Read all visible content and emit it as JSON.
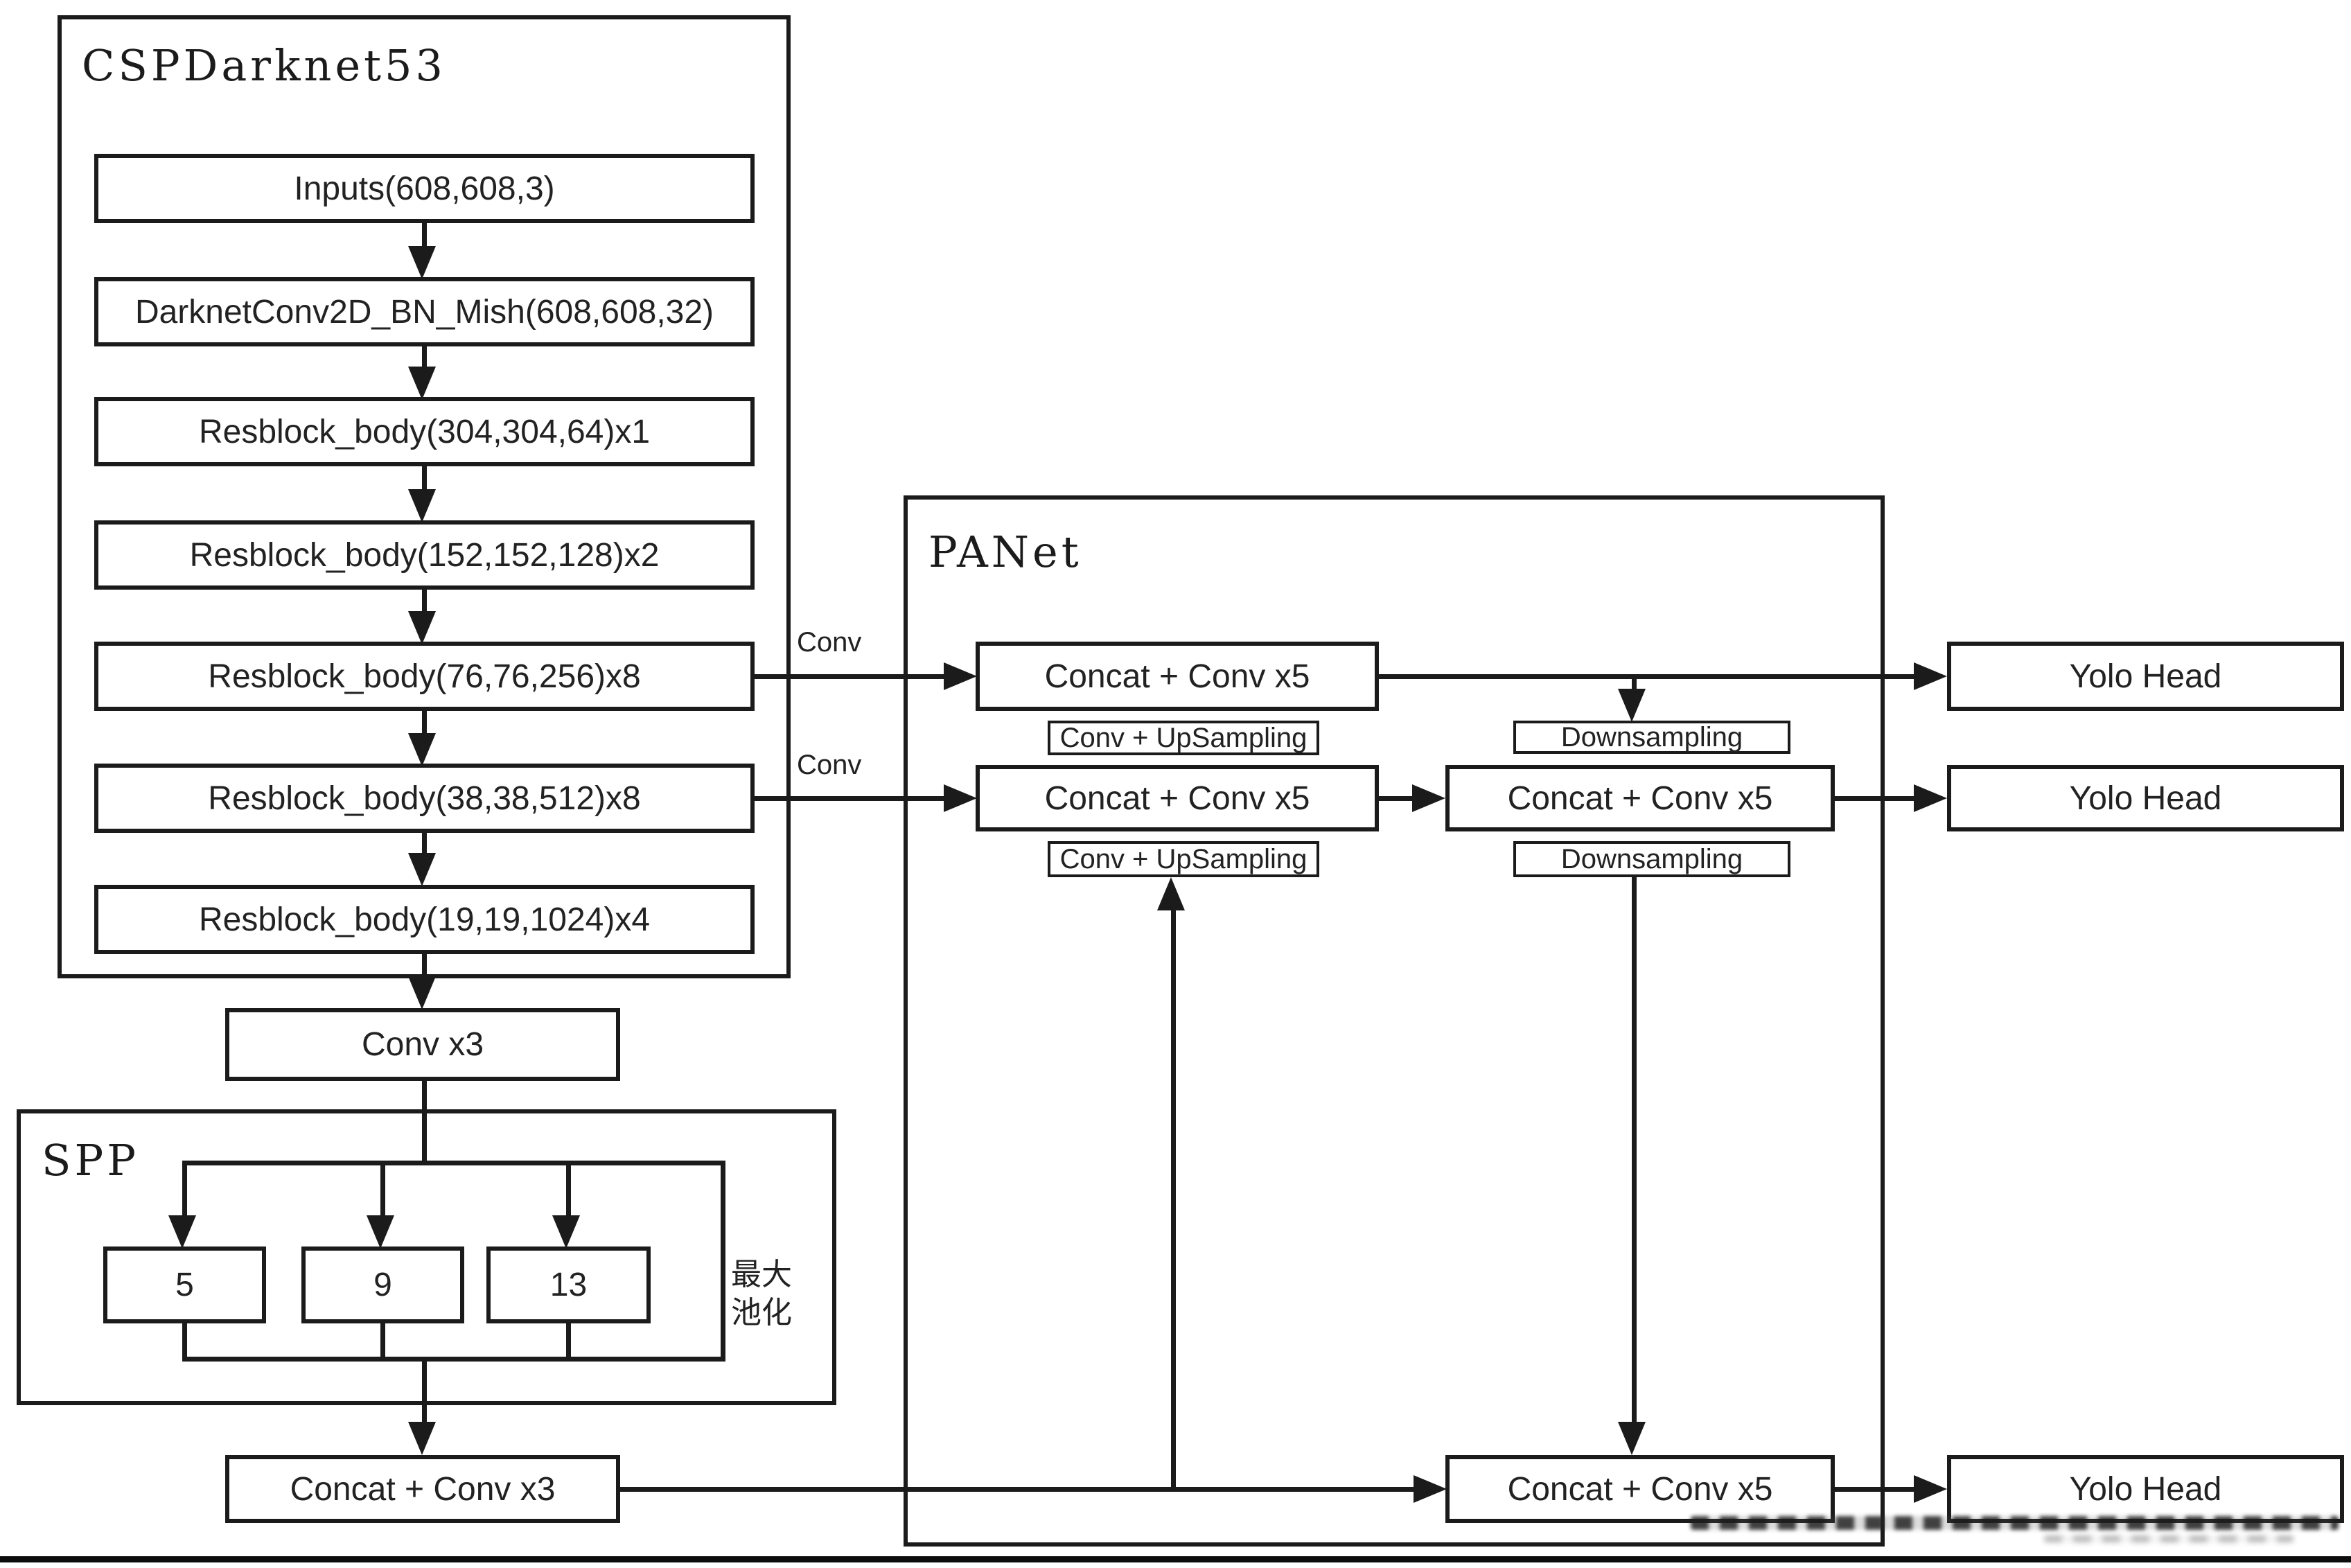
{
  "colors": {
    "ink": "#1b1b1b",
    "background": "#ffffff"
  },
  "backbone": {
    "title": "CSPDarknet53",
    "layers": [
      "Inputs(608,608,3)",
      "DarknetConv2D_BN_Mish(608,608,32)",
      "Resblock_body(304,304,64)x1",
      "Resblock_body(152,152,128)x2",
      "Resblock_body(76,76,256)x8",
      "Resblock_body(38,38,512)x8",
      "Resblock_body(19,19,1024)x4"
    ],
    "conv_block": "Conv x3"
  },
  "spp": {
    "title": "SPP",
    "pool_sizes": [
      "5",
      "9",
      "13"
    ],
    "side_note_lines": [
      "最大",
      "池化"
    ],
    "concat_block": "Concat + Conv x3"
  },
  "panet": {
    "title": "PANet",
    "edge_labels": {
      "conv_top": "Conv",
      "conv_bottom": "Conv"
    },
    "concat_conv5_top": "Concat + Conv x5",
    "concat_conv5_mid_left": "Concat + Conv x5",
    "concat_conv5_mid_right": "Concat + Conv x5",
    "concat_conv5_bottom": "Concat + Conv x5",
    "conv_upsampling_top": "Conv + UpSampling",
    "conv_upsampling_bottom": "Conv + UpSampling",
    "downsampling_top": "Downsampling",
    "downsampling_bottom": "Downsampling"
  },
  "heads": {
    "top": "Yolo Head",
    "middle": "Yolo Head",
    "bottom": "Yolo Head"
  }
}
